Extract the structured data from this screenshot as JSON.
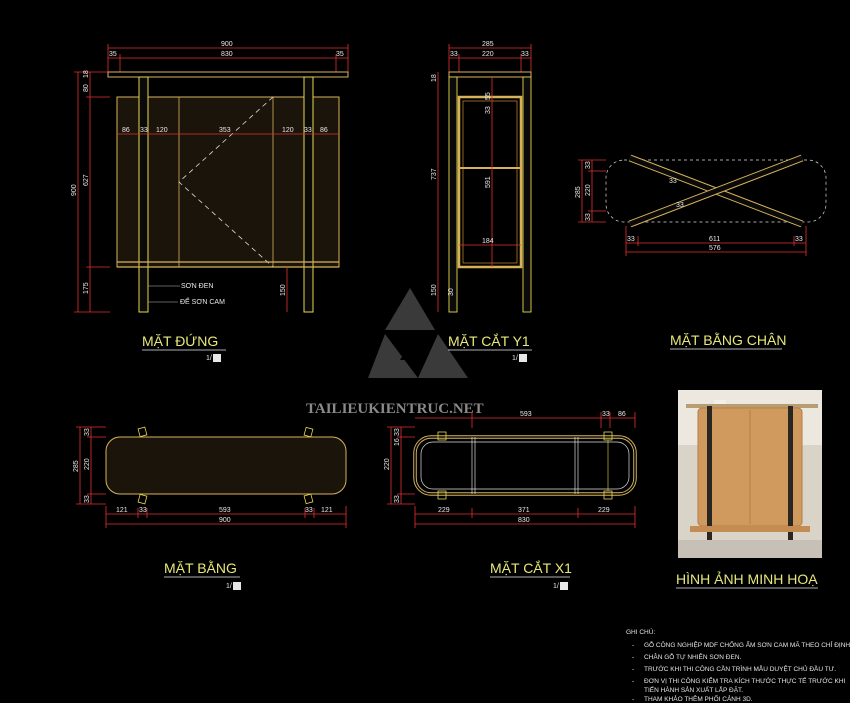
{
  "views": {
    "elevation": {
      "title": "MẶT ĐỨNG",
      "scale": "1/",
      "dims_top": [
        "900",
        "35",
        "830",
        "35"
      ],
      "dims_left": [
        "900",
        "80",
        "18",
        "627",
        "175"
      ],
      "dims_inner": [
        "86",
        "33",
        "120",
        "353",
        "120",
        "33",
        "86"
      ],
      "dim_150": "150",
      "label_black": "SƠN ĐEN",
      "label_orange": "ĐẾ SƠN CAM"
    },
    "section_y1": {
      "title": "MẶT CẮT Y1",
      "scale": "1/",
      "dims_top": [
        "285",
        "33",
        "220",
        "33"
      ],
      "dims_left": [
        "18",
        "737",
        "150"
      ],
      "dims_inner": [
        "55",
        "33",
        "591",
        "184",
        "30"
      ]
    },
    "leg_plan": {
      "title": "MẶT BẰNG CHÂN",
      "dims_left": [
        "285",
        "220",
        "33",
        "33"
      ],
      "dims_bottom": [
        "33",
        "611",
        "33",
        "576"
      ],
      "dims_diag": [
        "33",
        "33"
      ]
    },
    "plan": {
      "title": "MẶT BẰNG",
      "scale": "1/",
      "dims_left": [
        "285",
        "220",
        "33",
        "33"
      ],
      "dims_bottom": [
        "121",
        "33",
        "593",
        "33",
        "121",
        "900"
      ]
    },
    "section_x1": {
      "title": "MẶT CẮT X1",
      "scale": "1/",
      "dims_top": [
        "593",
        "33",
        "86"
      ],
      "dims_left": [
        "220",
        "16",
        "33",
        "33"
      ],
      "dims_bottom": [
        "229",
        "371",
        "229",
        "830"
      ]
    },
    "photo": {
      "title": "HÌNH ẢNH MINH HOẠ"
    }
  },
  "watermark": "TAILIEUKIENTRUC.NET",
  "notes": {
    "heading": "GHI CHÚ:",
    "items": [
      "GỖ CÔNG NGHIỆP MDF CHỐNG ẨM SƠN CAM MÃ THEO CHỈ ĐỊNH.",
      "CHÂN GỖ TỰ NHIÊN SƠN ĐEN.",
      "TRƯỚC KHI THI CÔNG CẦN TRÌNH MẪU DUYỆT CHỦ ĐẦU TƯ.",
      "ĐƠN VỊ THI CÔNG KIỂM TRA KÍCH THƯỚC THỰC TẾ TRƯỚC KHI",
      "TIẾN HÀNH SẢN XUẤT LẮP ĐẶT.",
      "THAM KHẢO THÊM PHỐI CẢNH 3D."
    ]
  },
  "colors": {
    "dim": "#e53030",
    "title": "#e8e87a",
    "gold": "#d7b25a",
    "orange": "#e8a83c",
    "yellow": "#e8d84a"
  }
}
